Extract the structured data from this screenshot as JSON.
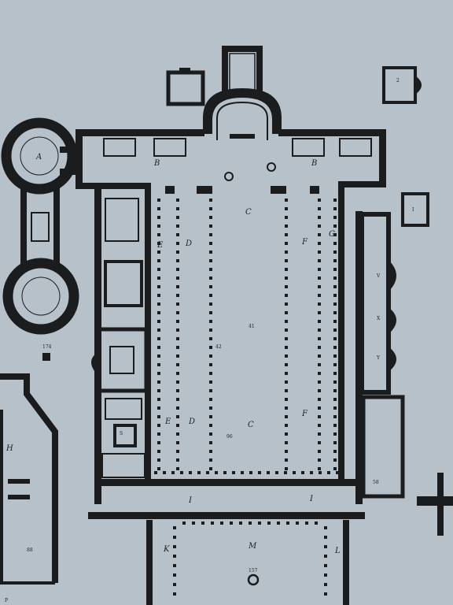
{
  "labels": {
    "nave_c_top": "C",
    "nave_c_bottom": "C",
    "aisle_d_top": "D",
    "aisle_d_bottom": "D",
    "aisle_e_top": "E",
    "aisle_e_bottom": "E",
    "aisle_f_top": "F",
    "aisle_f_bottom": "F",
    "aisle_g": "G",
    "transept_b_left": "B",
    "transept_b_right": "B",
    "rotunda_a": "A",
    "portico_i_left": "I",
    "portico_i_right": "I",
    "atrium_k": "K",
    "atrium_m": "M",
    "atrium_l": "L",
    "chapel_h": "H",
    "chapel_x": "X",
    "chapel_v": "V",
    "chapel_y": "Y",
    "chapel_s": "S",
    "chapel_i": "I",
    "num_41": "41",
    "num_42": "42",
    "num_174": "174",
    "num_88": "88",
    "num_2": "2",
    "num_157": "157",
    "num_p": "P",
    "num_58": "58",
    "num_96": "96"
  }
}
